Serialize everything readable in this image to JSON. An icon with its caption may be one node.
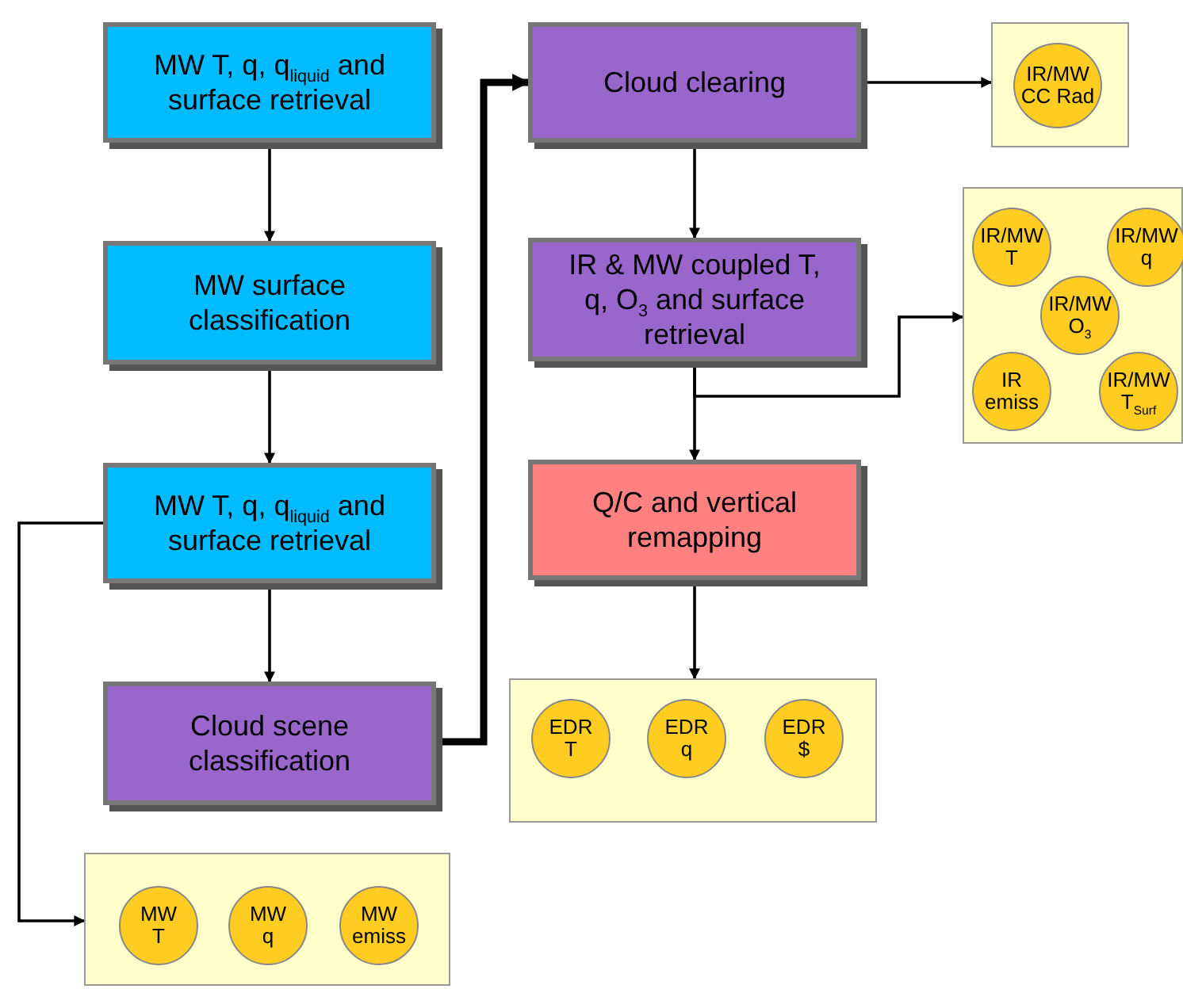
{
  "diagram": {
    "nodes": [
      {
        "text": [
          "MW T, q, q$_{liquid}$ and surface retrieval"
        ]
      },
      {
        "text": [
          "MW surface classification"
        ]
      },
      {
        "text": [
          "MW T, q, q$_{liquid}$ and surface retrieval"
        ]
      },
      {
        "text": [
          "Cloud scene classification"
        ]
      },
      {
        "text": [
          "Cloud clearing"
        ]
      },
      {
        "text": [
          "IR & MW coupled T, q, O$_{3}$ and surface retrieval"
        ]
      },
      {
        "text": [
          "Q/C and vertical remapping"
        ]
      },
      {
        "text": [],
        "shape": "box"
      },
      {
        "text": [
          "IR/MW CC Rad"
        ],
        "in": 7
      },
      {
        "text": [],
        "shape": "box"
      },
      {
        "text": [
          "IR/MW T"
        ],
        "in": 9
      },
      {
        "text": [
          "IR/MW q"
        ],
        "in": 9
      },
      {
        "text": [
          "IR/MW O$_{3}$"
        ],
        "in": 9
      },
      {
        "text": [
          "IR emiss"
        ],
        "in": 9
      },
      {
        "text": [
          "IR/MW T$_{Surf}$"
        ],
        "in": 9
      },
      {
        "text": [],
        "shape": "box"
      },
      {
        "text": [
          "EDR T"
        ],
        "in": 15
      },
      {
        "text": [
          "EDR q"
        ],
        "in": 15
      },
      {
        "text": [
          "EDR $"
        ],
        "in": 15
      },
      {
        "text": [],
        "shape": "box"
      },
      {
        "text": [
          "MW T"
        ],
        "in": 19
      },
      {
        "text": [
          "MW q"
        ],
        "in": 19
      },
      {
        "text": [
          "MW emiss"
        ],
        "in": 19
      }
    ],
    "edges": [
      {
        "from": 0,
        "to": 1,
        "arrow": "to"
      },
      {
        "from": 1,
        "to": 2,
        "arrow": "to"
      },
      {
        "from": 2,
        "to": 3,
        "arrow": "to"
      },
      {
        "from": 2,
        "to": 19,
        "arrow": "to"
      },
      {
        "from": 3,
        "to": 4,
        "arrow": "to",
        "style": "thick"
      },
      {
        "from": 4,
        "to": 7,
        "arrow": "to"
      },
      {
        "from": 4,
        "to": 5,
        "arrow": "to"
      },
      {
        "from": 5,
        "to": 9,
        "arrow": "to"
      },
      {
        "from": 5,
        "to": 6,
        "arrow": "to"
      },
      {
        "from": 6,
        "to": 15,
        "arrow": "to"
      }
    ]
  }
}
